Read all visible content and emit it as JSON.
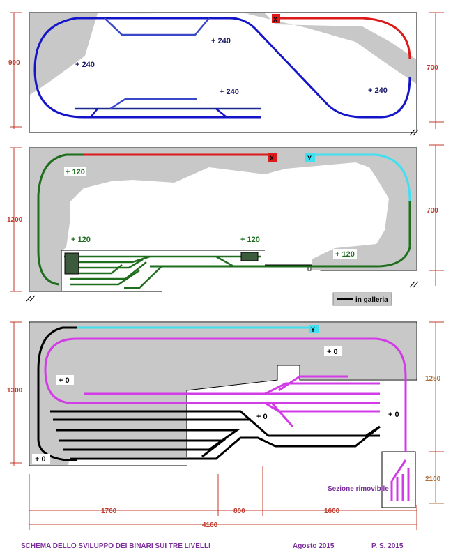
{
  "levels": {
    "top": {
      "elev_left": "+ 240",
      "elev_mid1": "+ 240",
      "elev_mid2": "+ 240",
      "elev_right": "+ 240",
      "dim_left": "900",
      "dim_right": "700",
      "marker_x": "X"
    },
    "middle": {
      "elev_tl": "+ 120",
      "elev_bl": "+ 120",
      "elev_bm": "+ 120",
      "elev_br": "+ 120",
      "dim_left": "1200",
      "dim_right": "700",
      "marker_x": "X",
      "marker_y": "Y"
    },
    "bottom": {
      "elev_tr": "+ 0",
      "elev_ml": "+ 0",
      "elev_mc": "+ 0",
      "elev_mr": "+ 0",
      "elev_bl": "+ 0",
      "dim_left": "1300",
      "dim_right_top": "1250",
      "dim_right_bot": "2100",
      "marker_y": "Y",
      "removable_label": "Sezione rimovibile"
    }
  },
  "legend": {
    "tunnel_label": "in galleria"
  },
  "dimensions": {
    "width_a": "1760",
    "width_b": "800",
    "width_c": "1600",
    "total_width": "4160"
  },
  "footer": {
    "title": "SCHEMA DELLO SVILUPPO DEI BINARI SUI TRE LIVELLI",
    "date": "Agosto 2015",
    "author": "P. S.  2015"
  },
  "colors": {
    "top_track": "#1414c8",
    "middle_track": "#1e6e1e",
    "bottom_track": "#d23ce6",
    "red": "#dd1a1a",
    "cyan": "#40e0f0",
    "black": "#000000",
    "grey": "#c8c8c8"
  }
}
